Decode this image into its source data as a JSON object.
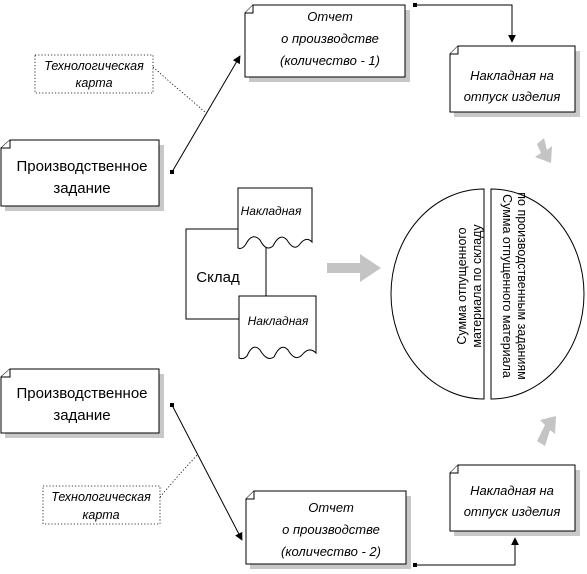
{
  "colors": {
    "stroke": "#000000",
    "shadow": "#c8c8c8",
    "flow_arrow": "#c4c4c4",
    "background": "#ffffff"
  },
  "report_top": {
    "line1": "Отчет",
    "line2": "о производстве",
    "line3": "(количество - 1)"
  },
  "report_bottom": {
    "line1": "Отчет",
    "line2": "о производстве",
    "line3": "(количество - 2)"
  },
  "invoice_top": {
    "line1": "Накладная на",
    "line2": "отпуск изделия"
  },
  "invoice_bottom": {
    "line1": "Накладная на",
    "line2": "отпуск изделия"
  },
  "task_top": {
    "line1": "Производственное",
    "line2": "задание"
  },
  "task_bottom": {
    "line1": "Производственное",
    "line2": "задание"
  },
  "tech_card_top": {
    "line1": "Технологическая",
    "line2": "карта"
  },
  "tech_card_bottom": {
    "line1": "Технологическая",
    "line2": "карта"
  },
  "warehouse": {
    "label": "Склад",
    "doc_top": "Накладная",
    "doc_bottom": "Накладная"
  },
  "summary_circle": {
    "left_line1": "Сумма отпущенного",
    "left_line2": "материала по складу",
    "right_line1": "Сумма отпущенного материала",
    "right_line2": "по производственным заданиям"
  }
}
